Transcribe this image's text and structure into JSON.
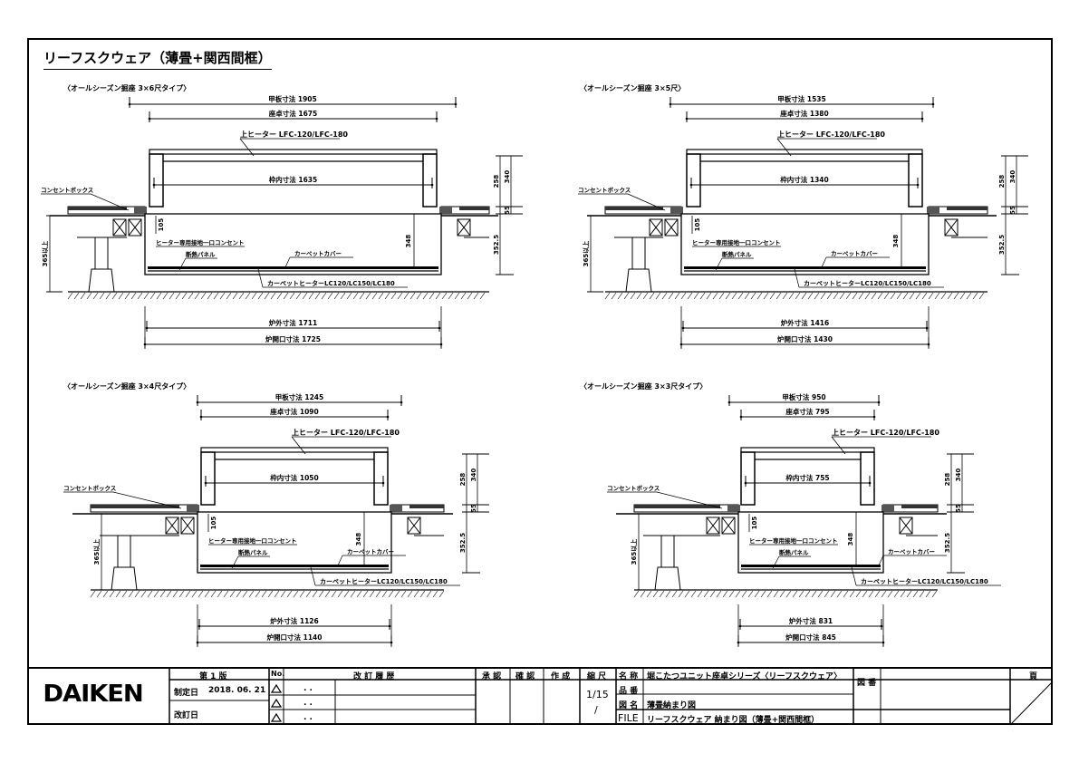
{
  "sheet_title": "リーフスクウェア（薄畳+関西間框）",
  "common_labels": {
    "outlet_box": "コンセントボックス",
    "top_heater": "上ヒーター LFC-120/LFC-180",
    "outlet": "ヒーター専用接地一口コンセント",
    "insulation": "断熱パネル",
    "carpet_cover": "カーペットカバー",
    "carpet_heater": "カーペットヒーターLC120/LC150/LC180",
    "min_height": "365以上",
    "d105": "105",
    "d348": "348",
    "d258": "258",
    "d340": "340",
    "d55": "55",
    "d352": "352.5"
  },
  "panels": [
    {
      "title": "〈オールシーズン掘座 3×6尺タイプ〉",
      "kouban": "甲板寸法 1905",
      "zataku": "座卓寸法 1675",
      "wakunai": "枠内寸法 1635",
      "rogai": "炉外寸法 1711",
      "rokaikou": "炉開口寸法 1725"
    },
    {
      "title": "〈オールシーズン掘座 3×5尺〉",
      "kouban": "甲板寸法 1535",
      "zataku": "座卓寸法 1380",
      "wakunai": "枠内寸法 1340",
      "rogai": "炉外寸法 1416",
      "rokaikou": "炉開口寸法 1430"
    },
    {
      "title": "〈オールシーズン掘座 3×4尺タイプ〉",
      "kouban": "甲板寸法 1245",
      "zataku": "座卓寸法 1090",
      "wakunai": "枠内寸法 1050",
      "rogai": "炉外寸法 1126",
      "rokaikou": "炉開口寸法 1140"
    },
    {
      "title": "〈オールシーズン掘座 3×3尺タイプ〉",
      "kouban": "甲板寸法 950",
      "zataku": "座卓寸法 795",
      "wakunai": "枠内寸法 755",
      "rogai": "炉外寸法 831",
      "rokaikou": "炉開口寸法 845"
    }
  ],
  "title_block": {
    "logo": "DAIKEN",
    "edition": "第 1 版",
    "no_header": "No.",
    "revision_header": "改 訂 履 歴",
    "created_label": "制定日",
    "created_date": "2018. 06. 21",
    "revised_label": "改訂日",
    "rev_dates": [
      ". .",
      ". .",
      ". ."
    ],
    "approve": "承 認",
    "check": "確 認",
    "make": "作 成",
    "scale_label": "縮 尺",
    "scale": "1/15",
    "scale2": "/",
    "name_label": "名 称",
    "name_value": "堀こたつユニット座卓シリーズ〈リーフスクウェア〉",
    "part_label": "品 番",
    "drawing_label": "図 名",
    "drawing_value": "薄畳納まり図",
    "file_label": "FILE",
    "file_value": "リーフスクウェア 納まり図（薄畳+関西間框）",
    "drawing_no_label": "図 番",
    "page_label": "頁"
  }
}
